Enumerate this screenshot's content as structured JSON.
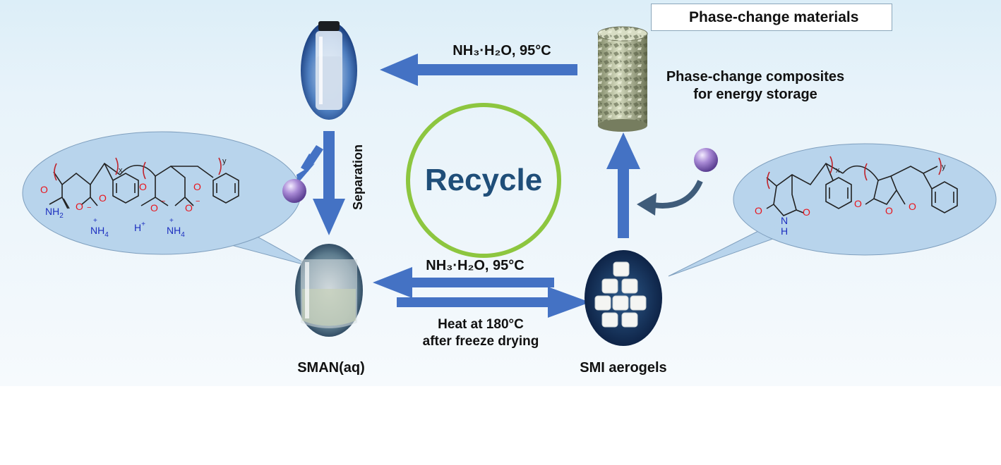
{
  "legend": {
    "label": "Phase-change materials"
  },
  "center": {
    "label": "Recycle"
  },
  "top_arrow": {
    "label": "NH₃·H₂O, 95°C"
  },
  "bottom_arrow": {
    "label_top": "NH₃·H₂O, 95°C",
    "label_bottom_line1": "Heat at 180°C",
    "label_bottom_line2": "after freeze drying"
  },
  "separation": {
    "label": "Separation"
  },
  "composites": {
    "line1": "Phase-change composites",
    "line2": "for energy storage"
  },
  "sman": {
    "label": "SMAN(aq)"
  },
  "smi": {
    "label": "SMI aerogels"
  },
  "left_structure": {
    "sub_x": "x",
    "sub_y": "y",
    "o1": "O",
    "nh2": "NH",
    "nh2_sub": "2",
    "o2": "O",
    "o3": "O",
    "o3_charge": "−",
    "o4": "O",
    "o5": "O",
    "o5_charge": "−",
    "o6": "O",
    "o7": "O",
    "o7_charge": "−",
    "nh4_a": "NH",
    "nh4_a_sub": "4",
    "nh4_a_charge": "+",
    "h_plus": "H",
    "h_plus_charge": "+",
    "nh4_b": "NH",
    "nh4_b_sub": "4",
    "nh4_b_charge": "+"
  },
  "right_structure": {
    "sub_x": "x",
    "sub_y": "y",
    "o1": "O",
    "o2": "O",
    "nh": "N",
    "h": "H",
    "o3": "O",
    "o4": "O",
    "o5": "O"
  },
  "colors": {
    "arrow": "#4472c4",
    "circle": "#8dc63f",
    "recycle_text": "#1f4e79",
    "bubble": "#b8d4ec",
    "bond": "#222222",
    "red_atom": "#e8141b",
    "blue_atom": "#1d2fbf",
    "bracket": "#c0232b",
    "sphere": "#9b80c8"
  }
}
